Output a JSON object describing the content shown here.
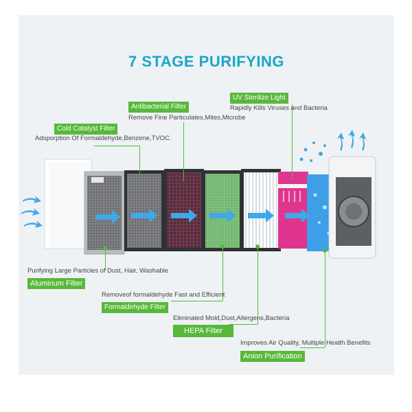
{
  "title": "7 STAGE PURIFYING",
  "stages_top": [
    {
      "tag": "Cold Catalyst Filter",
      "desc": "Adsporption Of Formaldehyde,Benzene,TVOC."
    },
    {
      "tag": "Antibacterial Filter",
      "desc": "Remove Fine Particulates,Mites,Microbe"
    },
    {
      "tag": "UV Sterilize Light",
      "desc": "Rapidly Kills Viruses and Bacteria"
    }
  ],
  "stages_bottom": [
    {
      "desc": "Purifying Large Particles of Dust, Hair, Washable",
      "tag": "Aluminum Filter"
    },
    {
      "desc": "Removeof formaldehyde Fast and Efficient",
      "tag": "Formaldehyde Filter"
    },
    {
      "desc": "Eliminated Mold,Dust,Allergens,Bacteria",
      "tag": "HEPA Filter"
    },
    {
      "desc": "Improves Air Quality, Multiple Health Benefits",
      "tag": "Anion Purification"
    }
  ],
  "colors": {
    "title": "#1aa6c8",
    "tag_green": "#57b83a",
    "arrow_blue": "#3fa8e8",
    "uv_pink": "#e0358e",
    "anion_blue": "#3e9ee8"
  }
}
